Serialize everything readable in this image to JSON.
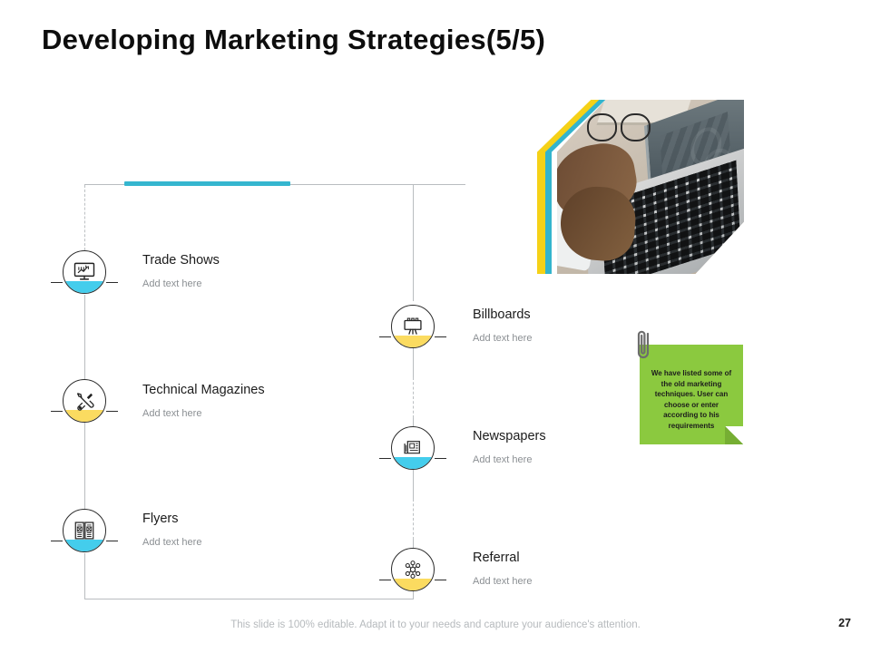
{
  "slide": {
    "title": "Developing Marketing Strategies(5/5)",
    "footer_note": "This slide is 100% editable. Adapt it to your needs and capture your audience's attention.",
    "page_number": "27"
  },
  "colors": {
    "accent_teal": "#35b6cf",
    "accent_cyan": "#44cdec",
    "accent_yellow": "#fbdb60",
    "note_green": "#8bc93f",
    "hex_yellow": "#f5d117",
    "hex_teal": "#33b4cd",
    "line_gray": "#b9bdc0",
    "title_color": "#0d0d0d",
    "footer_color": "#b6babd"
  },
  "items": [
    {
      "id": "trade-shows",
      "title": "Trade Shows",
      "subtitle": "Add text here",
      "icon": "monitor-chart-icon",
      "fill": "cyan",
      "column": "left"
    },
    {
      "id": "technical-magazines",
      "title": "Technical Magazines",
      "subtitle": "Add text here",
      "icon": "tools-icon",
      "fill": "yellow",
      "column": "left"
    },
    {
      "id": "flyers",
      "title": "Flyers",
      "subtitle": "Add text here",
      "icon": "brochure-icon",
      "fill": "cyan",
      "column": "left"
    },
    {
      "id": "billboards",
      "title": "Billboards",
      "subtitle": "Add text here",
      "icon": "billboard-icon",
      "fill": "yellow",
      "column": "middle"
    },
    {
      "id": "newspapers",
      "title": "Newspapers",
      "subtitle": "Add text here",
      "icon": "newspaper-icon",
      "fill": "cyan",
      "column": "middle"
    },
    {
      "id": "referral",
      "title": "Referral",
      "subtitle": "Add text here",
      "icon": "network-nodes-icon",
      "fill": "yellow",
      "column": "middle"
    }
  ],
  "sticky_note": {
    "text": "We have listed some of the old marketing techniques. User can choose or enter according to his requirements"
  },
  "photo": {
    "alt": "hands typing on laptop keyboard"
  }
}
